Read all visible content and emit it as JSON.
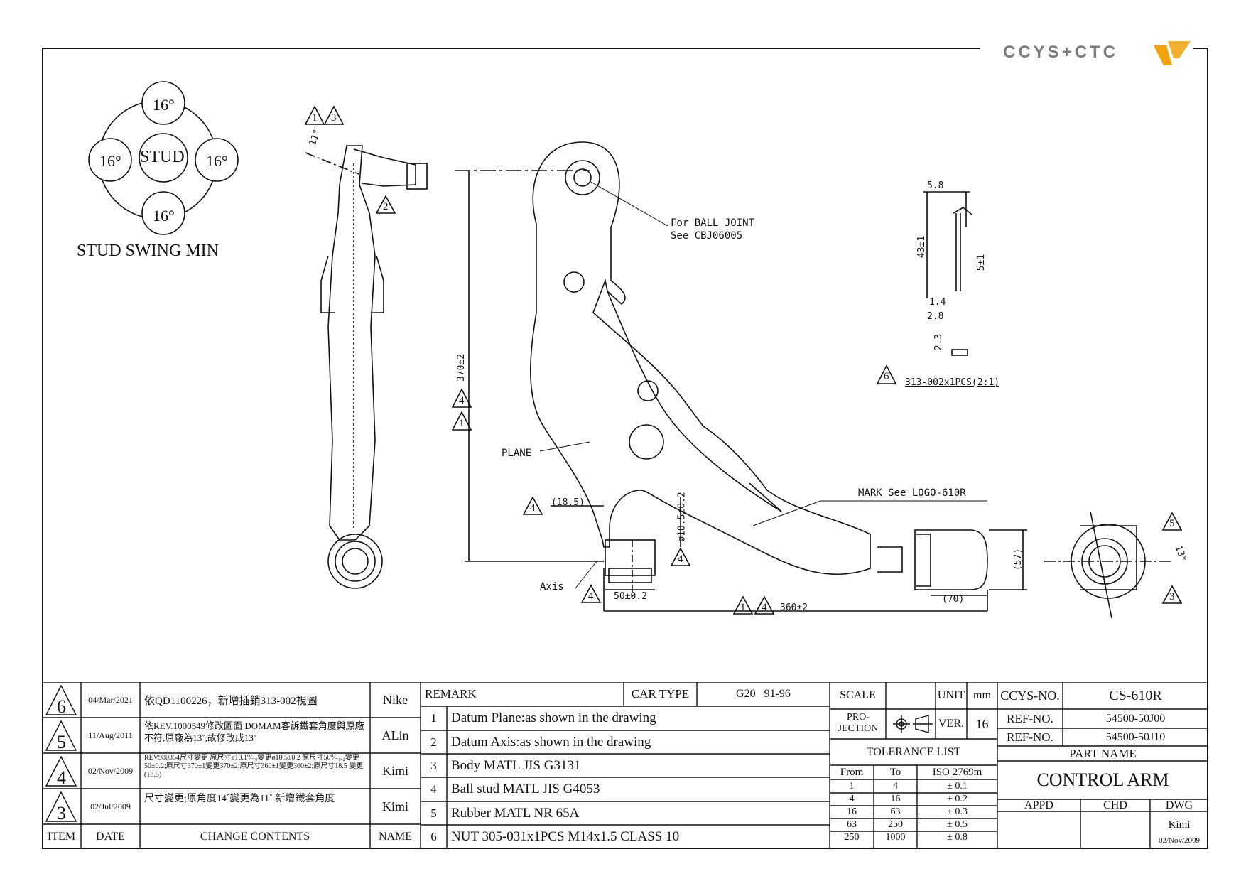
{
  "brand": {
    "logo_text": "CCYS+CTC"
  },
  "stud_swing": {
    "title": "STUD SWING MIN",
    "center": "STUD",
    "angles": [
      "16°",
      "16°",
      "16°",
      "16°"
    ]
  },
  "callouts": {
    "ball_joint_1": "For BALL JOINT",
    "ball_joint_2": "See CBJ06005",
    "plane": "PLANE",
    "axis": "Axis",
    "mark_logo": "MARK See LOGO-610R",
    "pin_part": "313-002x1PCS(2:1)"
  },
  "dimensions": {
    "stud_angle": "11°",
    "height": "370±2",
    "offset": "(18.5)",
    "bushing_dia": "ø18.5±0.2",
    "bushing_width": "50±0.2",
    "length": "360±2",
    "ball_height": "(57)",
    "ball_width": "(70)",
    "end_angle": "13°",
    "pin_width": "5.8",
    "pin_length": "43±1",
    "pin_head": "5±1",
    "pin_d1": "1.4",
    "pin_d2": "2.8",
    "pin_wire": "2.3"
  },
  "rev_marks": {
    "a": "1",
    "b": "2",
    "c": "3",
    "d": "4",
    "e": "5",
    "f": "6"
  },
  "revisions": [
    {
      "item": "6",
      "date": "04/Mar/2021",
      "change": "依QD1100226，新增插銷313-002視圖",
      "name": "Nike"
    },
    {
      "item": "5",
      "date": "11/Aug/2011",
      "change": "依REV.1000549修改圖面 DOMAM客訴鐵套角度與原廠不符,原廠為13˚,故修改成13˚",
      "name": "ALin"
    },
    {
      "item": "4",
      "date": "02/Nov/2009",
      "change": "REV980354尺寸變更 原尺寸ø18.1⁰⁄₋₀變更ø18.5±0.2 原尺寸50⁰⁄₋₀.₂變更50±0.2;原尺寸370±1變更370±2;原尺寸360±1變更360±2;原尺寸18.5 變更(18.5)",
      "name": "Kimi"
    },
    {
      "item": "3",
      "date": "02/Jul/2009",
      "change": "尺寸變更;原角度14˚變更為11˚ 新增鐵套角度",
      "name": "Kimi"
    }
  ],
  "rev_header": {
    "item": "ITEM",
    "date": "DATE",
    "change": "CHANGE CONTENTS",
    "name": "NAME"
  },
  "remarks": {
    "title": "REMARK",
    "car_type_label": "CAR TYPE",
    "car_type": "G20_ 91-96",
    "items": [
      {
        "no": "1",
        "text": "Datum Plane:as shown in the drawing"
      },
      {
        "no": "2",
        "text": "Datum Axis:as shown in the drawing"
      },
      {
        "no": "3",
        "text": "Body MATL JIS G3131"
      },
      {
        "no": "4",
        "text": "Ball stud MATL JIS G4053"
      },
      {
        "no": "5",
        "text": "Rubber MATL NR 65A"
      },
      {
        "no": "6",
        "text": "NUT 305-031x1PCS M14x1.5 CLASS 10"
      }
    ]
  },
  "scale": {
    "label": "SCALE",
    "value": "",
    "unit_label": "UNIT",
    "unit": "mm",
    "projection": "PRO-JECTION",
    "ver_label": "VER.",
    "ver": "16"
  },
  "tolerance": {
    "title": "TOLERANCE LIST",
    "headers": [
      "From",
      "To",
      "ISO 2769m"
    ],
    "rows": [
      [
        "1",
        "4",
        "± 0.1"
      ],
      [
        "4",
        "16",
        "± 0.2"
      ],
      [
        "16",
        "63",
        "± 0.3"
      ],
      [
        "63",
        "250",
        "± 0.5"
      ],
      [
        "250",
        "1000",
        "± 0.8"
      ]
    ]
  },
  "part": {
    "ccys_label": "CCYS-NO.",
    "ccys_no": "CS-610R",
    "ref_label": "REF-NO.",
    "ref1": "54500-50J00",
    "ref2": "54500-50J10",
    "name_label": "PART NAME",
    "name": "CONTROL ARM",
    "appd": "APPD",
    "chd": "CHD",
    "dwg": "DWG",
    "drawn_by": "Kimi",
    "drawn_date": "02/Nov/2009"
  },
  "colors": {
    "line": "#111111",
    "logo_orange": "#f2a20c",
    "logo_grey": "#7d7d7d"
  }
}
